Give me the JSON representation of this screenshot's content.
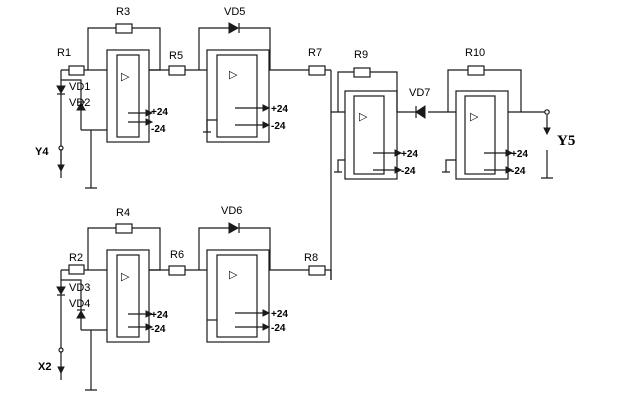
{
  "labels": {
    "R1": "R1",
    "R2": "R2",
    "R3": "R3",
    "R4": "R4",
    "R5": "R5",
    "R6": "R6",
    "R7": "R7",
    "R8": "R8",
    "R9": "R9",
    "R10": "R10",
    "VD1": "VD1",
    "VD2": "VD2",
    "VD3": "VD3",
    "VD4": "VD4",
    "VD5": "VD5",
    "VD6": "VD6",
    "VD7": "VD7",
    "Y4": "Y4",
    "X2": "X2",
    "Y5": "Y5"
  },
  "supply": {
    "pos": "+24",
    "neg": "-24"
  },
  "amp_symbol": "▷"
}
